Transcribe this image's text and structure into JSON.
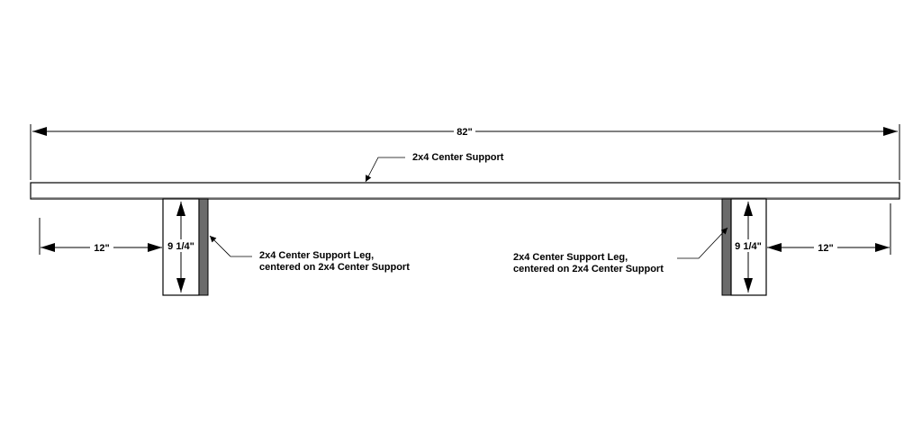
{
  "labels": {
    "overall_length": "82\"",
    "center_support": "2x4 Center Support",
    "leg_left_line1": "2x4 Center Support Leg,",
    "leg_left_line2": "centered on 2x4 Center Support",
    "leg_right_line1": "2x4 Center Support Leg,",
    "leg_right_line2": "centered on 2x4 Center Support",
    "offset_left": "12\"",
    "offset_right": "12\"",
    "leg_height_left": "9 1/4\"",
    "leg_height_right": "9 1/4\""
  },
  "colors": {
    "line": "#000000",
    "wood_face": "#ffffff",
    "leg_edge": "#6b6b6b"
  }
}
